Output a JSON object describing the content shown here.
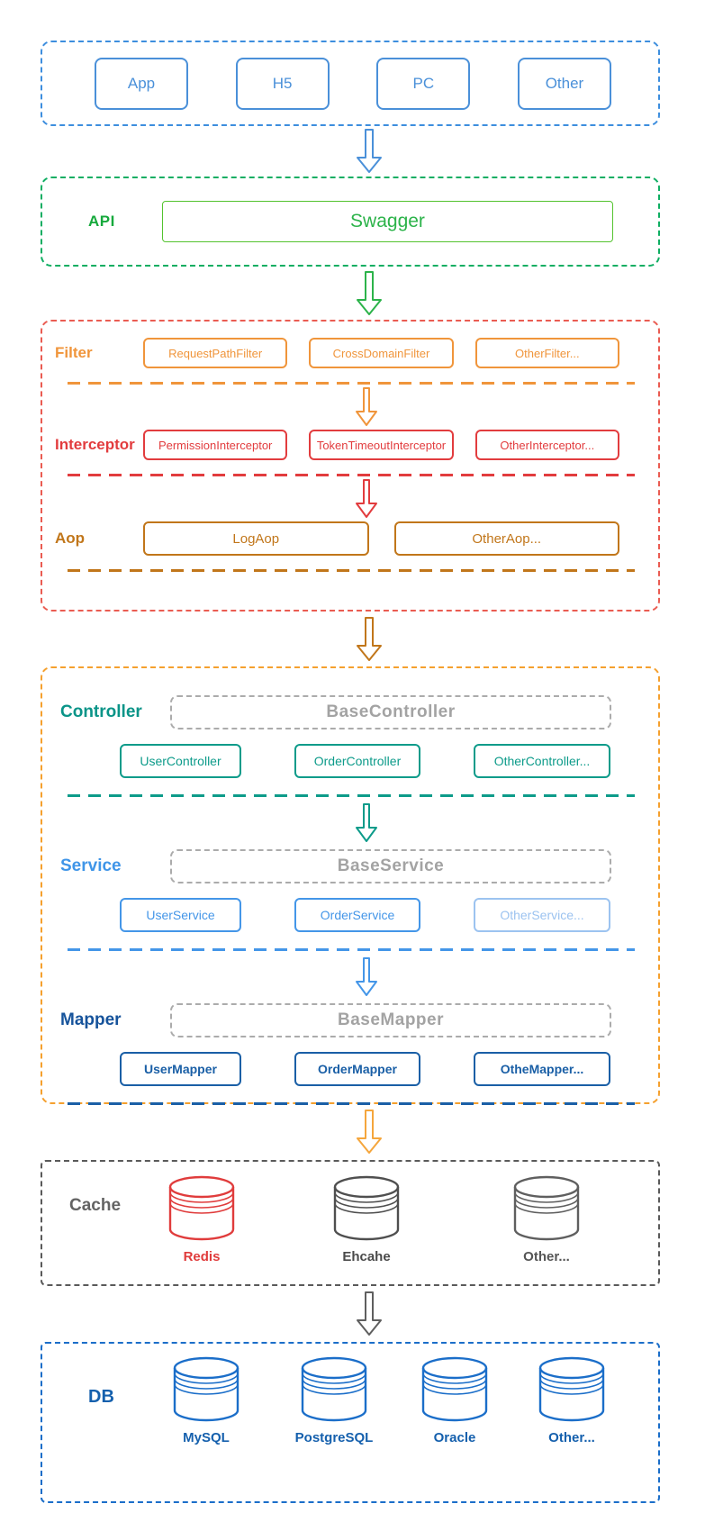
{
  "colors": {
    "client_blue": "#4a90d9",
    "api_green": "#16a93c",
    "swagger_green": "#2cb34a",
    "web_container_red": "#ea5c52",
    "filter_orange": "#f0953b",
    "interceptor_red": "#e23c3e",
    "aop_brown": "#c1761a",
    "mvc_container_orange": "#f5a02e",
    "controller_teal": "#0d9b8a",
    "service_blue": "#4496e8",
    "mapper_navy": "#1a5fa6",
    "base_gray": "#a3a3a3",
    "cache_gray": "#5a5a5a",
    "redis_red": "#e03c3c",
    "db_blue": "#1560ad"
  },
  "clients": {
    "items": [
      "App",
      "H5",
      "PC",
      "Other"
    ]
  },
  "api": {
    "label": "API",
    "box_label": "Swagger"
  },
  "web": {
    "rows": [
      {
        "label": "Filter",
        "boxes": [
          "RequestPathFilter",
          "CrossDomainFilter",
          "OtherFilter..."
        ]
      },
      {
        "label": "Interceptor",
        "boxes": [
          "PermissionInterceptor",
          "TokenTimeoutInterceptor",
          "OtherInterceptor..."
        ]
      },
      {
        "label": "Aop",
        "boxes": [
          "LogAop",
          "OtherAop..."
        ]
      }
    ]
  },
  "mvc": {
    "rows": [
      {
        "label": "Controller",
        "base": "BaseController",
        "boxes": [
          "UserController",
          "OrderController",
          "OtherController..."
        ]
      },
      {
        "label": "Service",
        "base": "BaseService",
        "boxes": [
          "UserService",
          "OrderService",
          "OtherService..."
        ]
      },
      {
        "label": "Mapper",
        "base": "BaseMapper",
        "boxes": [
          "UserMapper",
          "OrderMapper",
          "OtheMapper..."
        ]
      }
    ]
  },
  "cache": {
    "label": "Cache",
    "items": [
      "Redis",
      "Ehcahe",
      "Other..."
    ]
  },
  "db": {
    "label": "DB",
    "items": [
      "MySQL",
      "PostgreSQL",
      "Oracle",
      "Other..."
    ]
  }
}
